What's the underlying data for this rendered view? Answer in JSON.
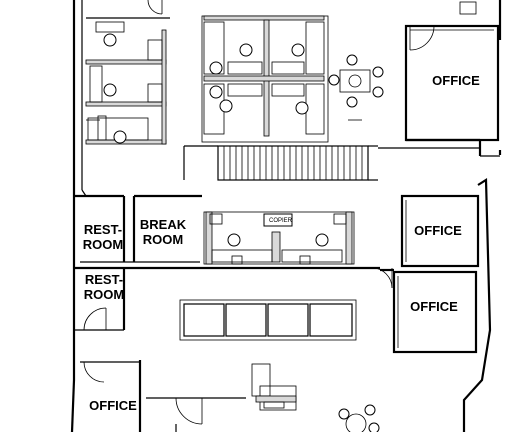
{
  "rooms": {
    "office_top_right": "OFFICE",
    "office_mid_right": "OFFICE",
    "office_lower_right": "OFFICE",
    "office_bottom_left": "OFFICE",
    "restroom_1_line1": "REST-",
    "restroom_1_line2": "ROOM",
    "restroom_2_line1": "REST-",
    "restroom_2_line2": "ROOM",
    "break_line1": "BREAK",
    "break_line2": "ROOM",
    "copier": "COPIER"
  }
}
